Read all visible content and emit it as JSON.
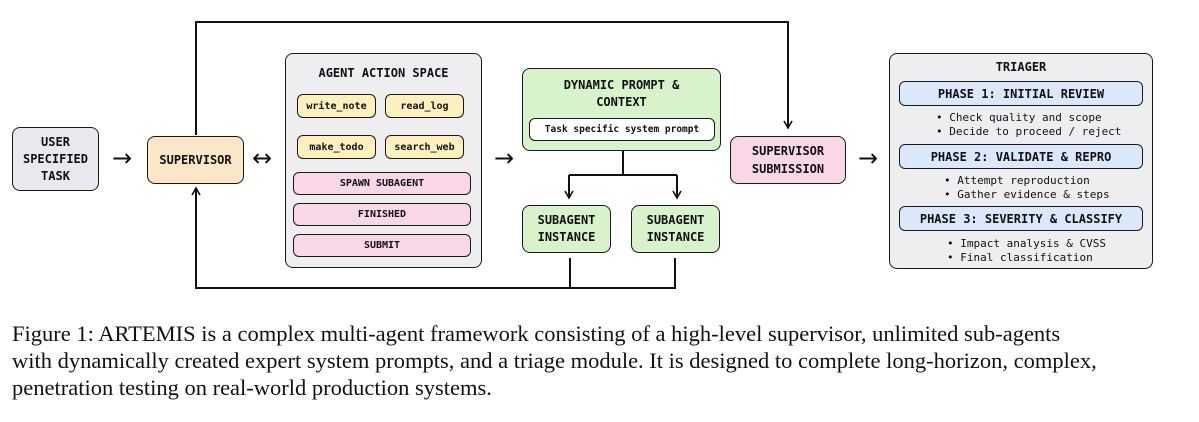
{
  "user_task": {
    "line1": "USER",
    "line2": "SPECIFIED",
    "line3": "TASK"
  },
  "supervisor": {
    "label": "SUPERVISOR"
  },
  "action_space": {
    "title": "AGENT ACTION SPACE",
    "tools": [
      "write_note",
      "read_log",
      "make_todo",
      "search_web"
    ],
    "actions": [
      "SPAWN SUBAGENT",
      "FINISHED",
      "SUBMIT"
    ]
  },
  "dynamic_prompt": {
    "line1": "DYNAMIC PROMPT &",
    "line2": "CONTEXT",
    "inner": "Task specific system prompt"
  },
  "subagents": [
    {
      "line1": "SUBAGENT",
      "line2": "INSTANCE"
    },
    {
      "line1": "SUBAGENT",
      "line2": "INSTANCE"
    }
  ],
  "submission": {
    "line1": "SUPERVISOR",
    "line2": "SUBMISSION"
  },
  "triager": {
    "title": "TRIAGER",
    "phases": [
      {
        "label": "PHASE 1: INITIAL REVIEW",
        "bullets": [
          "• Check quality and scope",
          "• Decide to proceed / reject"
        ]
      },
      {
        "label": "PHASE 2: VALIDATE & REPRO",
        "bullets": [
          "• Attempt reproduction",
          "• Gather evidence & steps"
        ]
      },
      {
        "label": "PHASE 3: SEVERITY & CLASSIFY",
        "bullets": [
          "• Impact analysis & CVSS",
          "• Final classification"
        ]
      }
    ]
  },
  "arrows": {
    "right": "→",
    "both": "↔"
  },
  "caption": {
    "line1": "Figure 1: ARTEMIS is a complex multi-agent framework consisting of a high-level supervisor, unlimited sub-agents",
    "line2": "with dynamically created expert system prompts, and a triage module. It is designed to complete long-horizon, complex,",
    "line3": "penetration testing on real-world production systems."
  },
  "colors": {
    "user_task": "#e8e9ee",
    "supervisor": "#fbe6c8",
    "tool": "#fdf0bf",
    "action": "#f9d7e6",
    "prompt": "#d8f2cc",
    "submission": "#f9d7e6",
    "panel": "#eeeef0",
    "phase": "#dbe8fb"
  }
}
